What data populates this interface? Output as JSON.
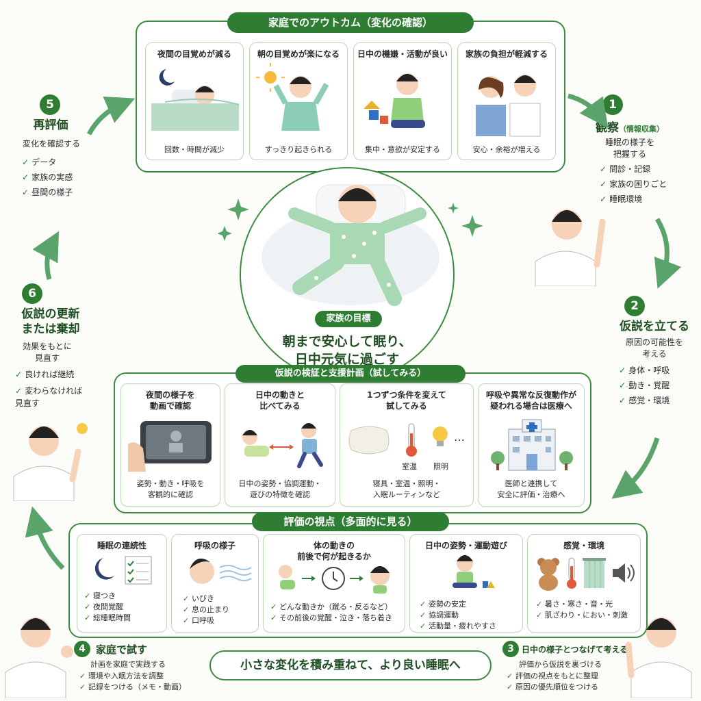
{
  "outcome": {
    "title": "家庭でのアウトカム（変化の確認）",
    "cards": [
      {
        "title": "夜間の目覚めが減る",
        "caption": "回数・時間が減少"
      },
      {
        "title": "朝の目覚めが楽になる",
        "caption": "すっきり起きられる"
      },
      {
        "title": "日中の機嫌・活動が良い",
        "caption": "集中・意欲が安定する"
      },
      {
        "title": "家族の負担が軽減する",
        "caption": "安心・余裕が増える"
      }
    ]
  },
  "center": {
    "badge": "家族の目標",
    "goal_line1": "朝まで安心して眠り、",
    "goal_line2": "日中元気に過ごす"
  },
  "steps": {
    "s1": {
      "num": "1",
      "title": "観察",
      "title_sub": "（情報収集）",
      "desc": "睡眠の様子を\n把握する",
      "items": [
        "問診・記録",
        "家族の困りごと",
        "睡眠環境"
      ]
    },
    "s2": {
      "num": "2",
      "title": "仮説を立てる",
      "desc": "原因の可能性を\n考える",
      "items": [
        "身体・呼吸",
        "動き・覚醒",
        "感覚・環境"
      ]
    },
    "s3": {
      "num": "3",
      "title": "日中の様子とつなげて考える",
      "desc": "評価から仮説を裏づける",
      "items": [
        "評価の視点をもとに整理",
        "原因の優先順位をつける"
      ]
    },
    "s4": {
      "num": "4",
      "title": "家庭で試す",
      "desc": "計画を家庭で実践する",
      "items": [
        "環境や入眠方法を調整",
        "記録をつける（メモ・動画）"
      ]
    },
    "s5": {
      "num": "5",
      "title": "再評価",
      "desc": "変化を確認する",
      "items": [
        "データ",
        "家族の実感",
        "昼間の様子"
      ]
    },
    "s6": {
      "num": "6",
      "title": "仮説の更新\nまたは棄却",
      "desc": "効果をもとに\n見直す",
      "items": [
        "良ければ継続",
        "変わらなければ\n見直す"
      ]
    }
  },
  "plan": {
    "title": "仮説の検証と支援計画（試してみる）",
    "cards": [
      {
        "title": "夜間の様子を\n動画で確認",
        "caption": "姿勢・動き・呼吸を\n客観的に確認"
      },
      {
        "title": "日中の動きと\n比べてみる",
        "caption": "日中の姿勢・協調運動・\n遊びの特徴を確認"
      },
      {
        "title": "1つずつ条件を変えて\n試してみる",
        "caption": "寝具・室温・照明・\n入眠ルーティンなど",
        "label_temp": "室温",
        "label_light": "照明",
        "ellipsis": "…"
      },
      {
        "title": "呼吸や異常な反復動作が\n疑われる場合は医療へ",
        "caption": "医師と連携して\n安全に評価・治療へ"
      }
    ]
  },
  "eval": {
    "title": "評価の視点（多面的に見る）",
    "cards": [
      {
        "title": "睡眠の連続性",
        "items": [
          "寝つき",
          "夜間覚醒",
          "総睡眠時間"
        ]
      },
      {
        "title": "呼吸の様子",
        "items": [
          "いびき",
          "息の止まり",
          "口呼吸"
        ]
      },
      {
        "title": "体の動きの\n前後で何が起きるか",
        "items": [
          "どんな動きか（蹴る・反るなど）",
          "その前後の覚醒・泣き・落ち着き"
        ]
      },
      {
        "title": "日中の姿勢・運動遊び",
        "items": [
          "姿勢の安定",
          "協調運動",
          "活動量・疲れやすさ"
        ]
      },
      {
        "title": "感覚・環境",
        "items": [
          "暑さ・寒さ・音・光",
          "肌ざわり・におい・刺激"
        ]
      }
    ]
  },
  "footer": "小さな変化を積み重ねて、より良い睡眠へ",
  "colors": {
    "accent": "#2e7d32",
    "border": "#3d8b40",
    "card_border": "#b9d8b4"
  }
}
